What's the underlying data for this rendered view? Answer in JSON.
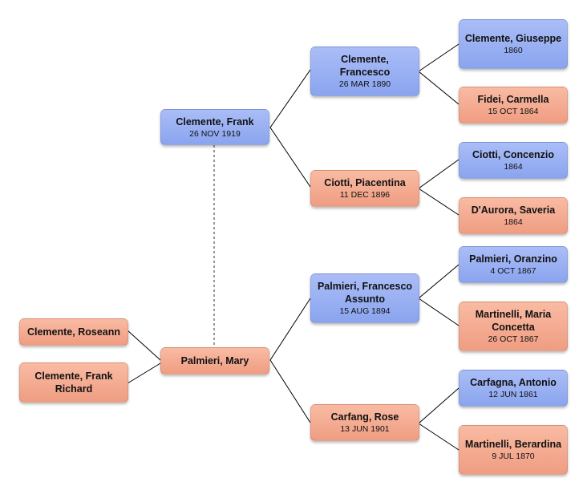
{
  "people": {
    "roseann": {
      "name": "Clemente, Roseann",
      "date": "",
      "sex": "female"
    },
    "frank_r": {
      "name": "Clemente, Frank Richard",
      "date": "",
      "sex": "female"
    },
    "frank": {
      "name": "Clemente, Frank",
      "date": "26 NOV 1919",
      "sex": "male"
    },
    "mary": {
      "name": "Palmieri, Mary",
      "date": "",
      "sex": "female"
    },
    "francesco": {
      "name": "Clemente, Francesco",
      "date": "26 MAR 1890",
      "sex": "male"
    },
    "piacentina": {
      "name": "Ciotti, Piacentina",
      "date": "11 DEC 1896",
      "sex": "female"
    },
    "fassunto": {
      "name": "Palmieri, Francesco Assunto",
      "date": "15 AUG 1894",
      "sex": "male"
    },
    "rose": {
      "name": "Carfang, Rose",
      "date": "13 JUN 1901",
      "sex": "female"
    },
    "giuseppe": {
      "name": "Clemente, Giuseppe",
      "date": "1860",
      "sex": "male"
    },
    "carmella": {
      "name": "Fidei, Carmella",
      "date": "15 OCT 1864",
      "sex": "female"
    },
    "concenzio": {
      "name": "Ciotti, Concenzio",
      "date": "1864",
      "sex": "male"
    },
    "saveria": {
      "name": "D'Aurora, Saveria",
      "date": "1864",
      "sex": "female"
    },
    "oranzino": {
      "name": "Palmieri, Oranzino",
      "date": "4 OCT 1867",
      "sex": "male"
    },
    "mconcetta": {
      "name": "Martinelli, Maria Concetta",
      "date": "26 OCT 1867",
      "sex": "female"
    },
    "antonio": {
      "name": "Carfagna, Antonio",
      "date": "12 JUN 1861",
      "sex": "male"
    },
    "berardina": {
      "name": "Martinelli, Berardina",
      "date": "9 JUL 1870",
      "sex": "female"
    }
  },
  "colors": {
    "male": "#95adf2",
    "female": "#f4a88d",
    "line": "#000000",
    "marriage_line": "#555555"
  }
}
